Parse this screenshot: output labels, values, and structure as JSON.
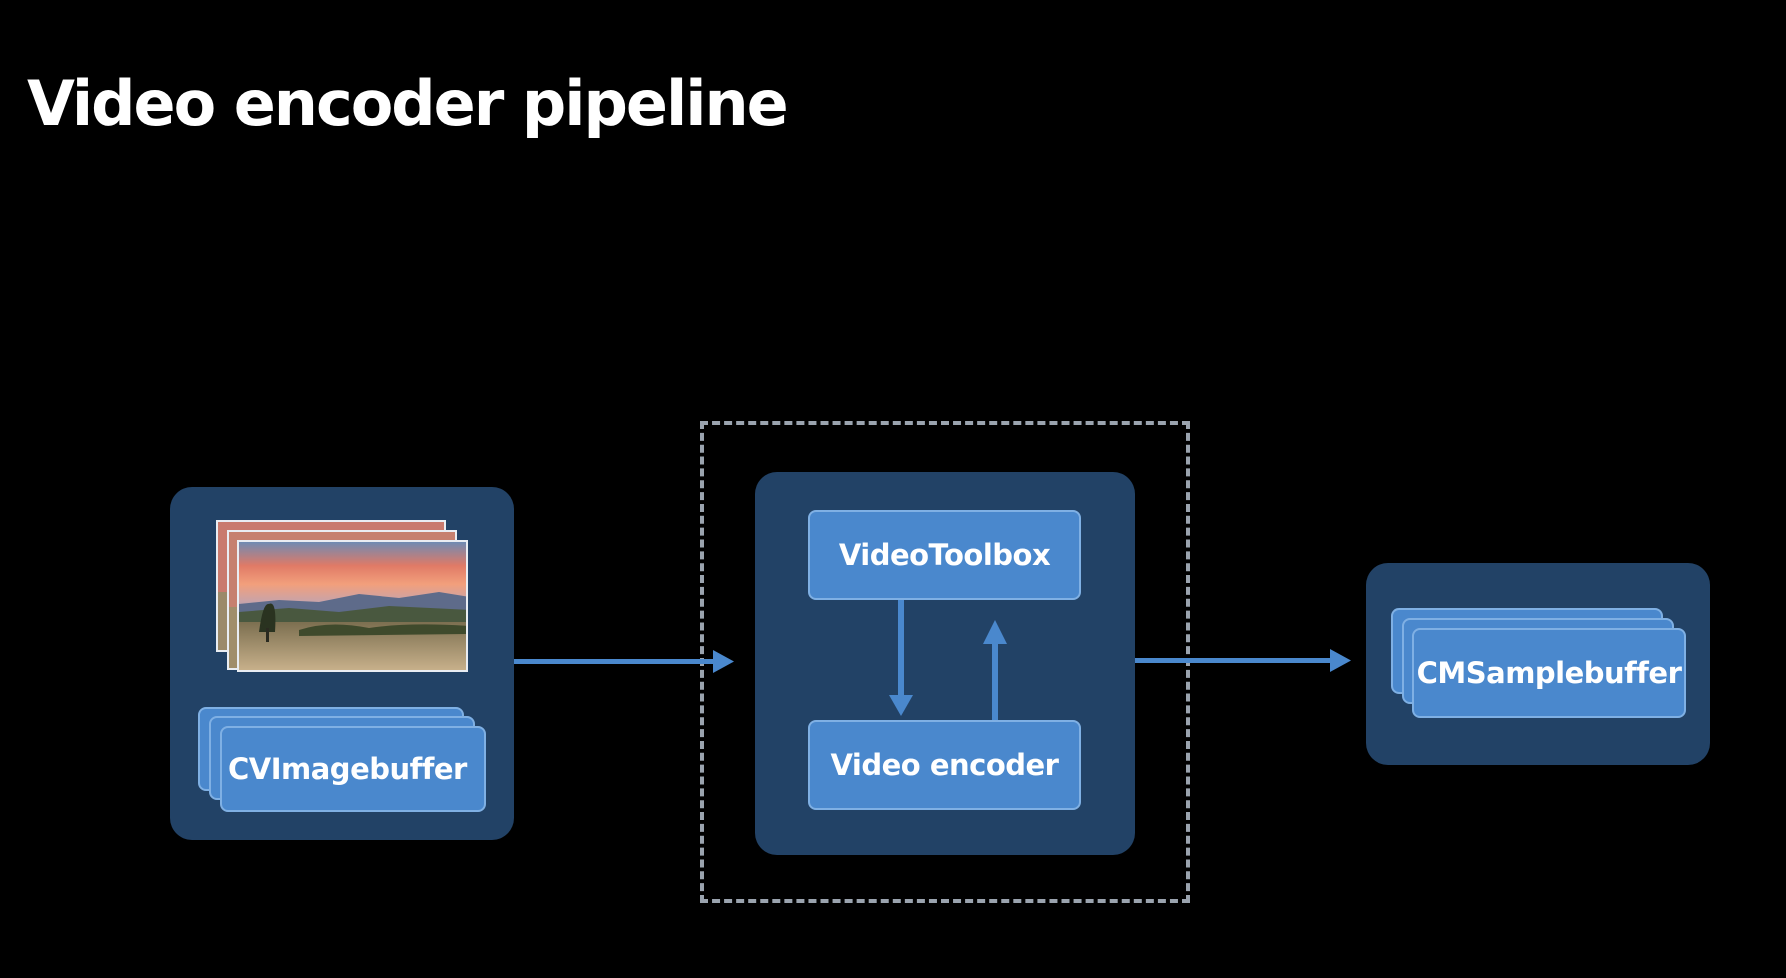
{
  "slide": {
    "title": "Video encoder pipeline"
  },
  "diagram": {
    "input": {
      "buffer_label": "CVImagebuffer"
    },
    "encoder_group": {
      "top_label": "VideoToolbox",
      "bottom_label": "Video encoder"
    },
    "output": {
      "buffer_label": "CMSamplebuffer"
    }
  },
  "colors": {
    "background": "#000000",
    "panel": "#224266",
    "chip": "#4a88cd",
    "chip_border": "#7fb0e4",
    "arrow": "#4a88cd",
    "dashed_border": "#9aa3ae"
  }
}
